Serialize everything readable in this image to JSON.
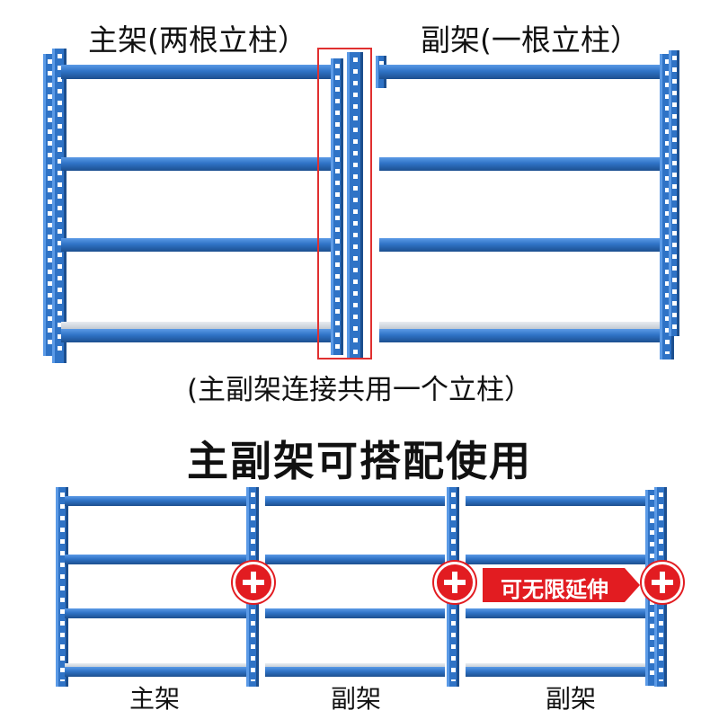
{
  "top_labels": {
    "main_frame": "主架(两根立柱）",
    "sub_frame": "副架(一根立柱）"
  },
  "caption": "(主副架连接共用一个立柱）",
  "headline": "主副架可搭配使用",
  "extend_banner": "可无限延伸",
  "bottom_labels": [
    "主架",
    "副架",
    "副架"
  ],
  "colors": {
    "rack_blue": "#2f73c6",
    "accent_red": "#e21c21",
    "highlight_box": "#e03030"
  },
  "icons": [
    "plus-icon",
    "plus-icon",
    "plus-icon",
    "arrow-right-icon"
  ]
}
